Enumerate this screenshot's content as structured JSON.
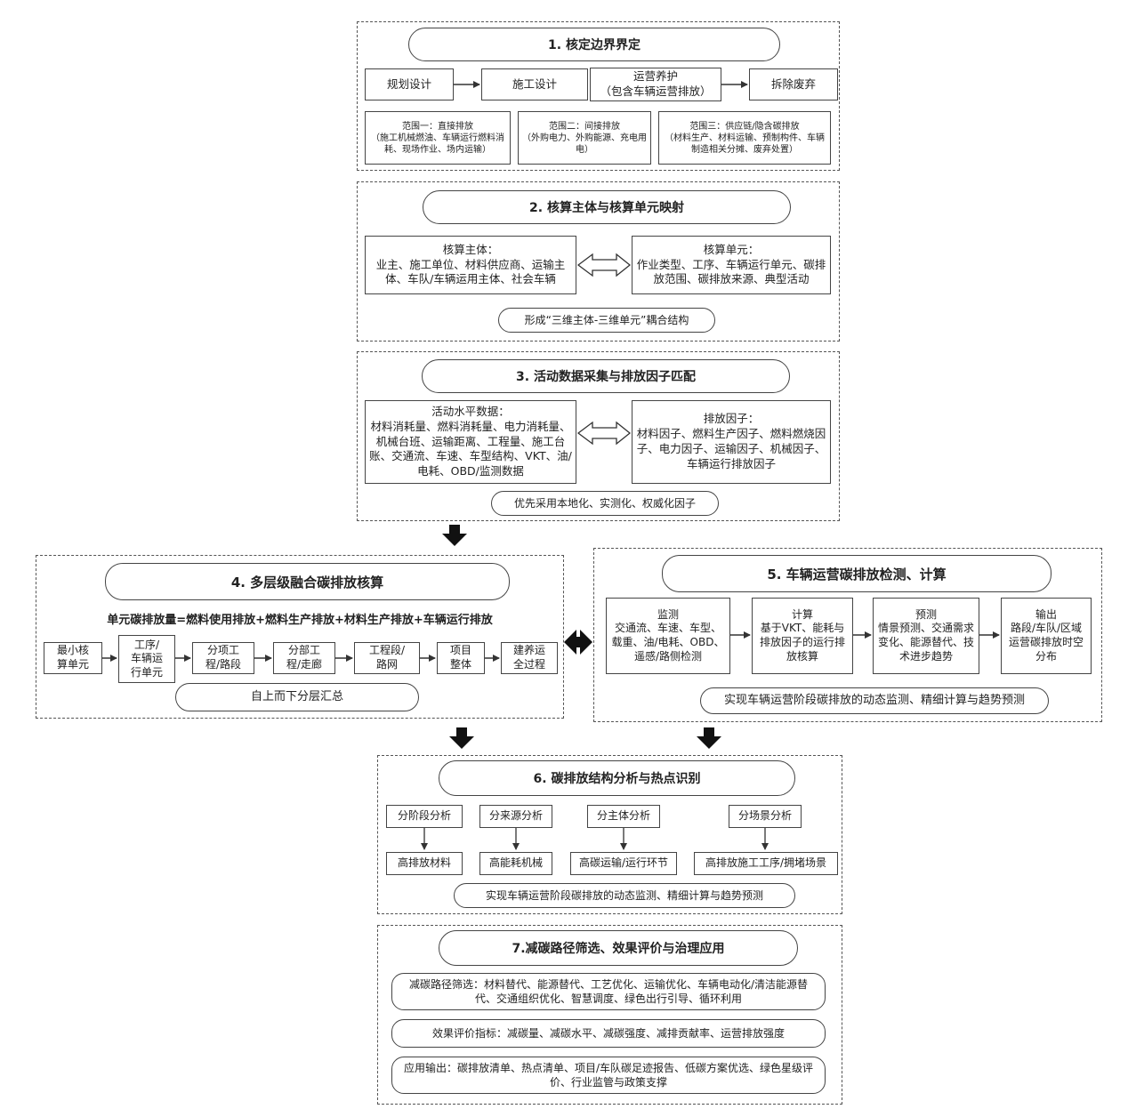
{
  "s1": {
    "title": "1. 核定边界界定",
    "stages": [
      "规划设计",
      "施工设计",
      "运营养护",
      "（包含车辆运营排放）",
      "拆除废弃"
    ],
    "scopes": [
      {
        "head": "范围一：直接排放",
        "body": "（施工机械燃油、车辆运行燃料消耗、现场作业、场内运输）"
      },
      {
        "head": "范围二：间接排放",
        "body": "（外购电力、外购能源、充电用电）"
      },
      {
        "head": "范围三：供应链/隐含碳排放",
        "body": "（材料生产、材料运输、预制构件、车辆制造相关分摊、废弃处置）"
      }
    ]
  },
  "s2": {
    "title": "2. 核算主体与核算单元映射",
    "left_head": "核算主体：",
    "left_body": "业主、施工单位、材料供应商、运输主体、车队/车辆运用主体、社会车辆",
    "right_head": "核算单元：",
    "right_body": "作业类型、工序、车辆运行单元、碳排放范围、碳排放来源、典型活动",
    "note": "形成“三维主体-三维单元”耦合结构"
  },
  "s3": {
    "title": "3. 活动数据采集与排放因子匹配",
    "left_head": "活动水平数据：",
    "left_body": "材料消耗量、燃料消耗量、电力消耗量、机械台班、运输距离、工程量、施工台账、交通流、车速、车型结构、VKT、油/电耗、OBD/监测数据",
    "right_head": "排放因子：",
    "right_body": "材料因子、燃料生产因子、燃料燃烧因子、电力因子、运输因子、机械因子、车辆运行排放因子",
    "note": "优先采用本地化、实测化、权威化因子"
  },
  "s4": {
    "title": "4. 多层级融合碳排放核算",
    "formula": "单元碳排放量=燃料使用排放+燃料生产排放+材料生产排放+车辆运行排放",
    "chain": [
      "最小核",
      "算单元",
      "工序/",
      "车辆运",
      "行单元",
      "分项工",
      "程/路段",
      "分部工",
      "程/走廊",
      "工程段/",
      "路网",
      "项目",
      "整体",
      "建养运",
      "全过程"
    ],
    "note": "自上而下分层汇总"
  },
  "s5": {
    "title": "5. 车辆运营碳排放检测、计算",
    "steps": [
      {
        "head": "监测",
        "body": "交通流、车速、车型、载重、油/电耗、OBD、遥感/路侧检测"
      },
      {
        "head": "计算",
        "body": "基于VKT、能耗与排放因子的运行排放核算"
      },
      {
        "head": "预测",
        "body": "情景预测、交通需求变化、能源替代、技术进步趋势"
      },
      {
        "head": "输出",
        "body": "路段/车队/区域运营碳排放时空分布"
      }
    ],
    "note": "实现车辆运营阶段碳排放的动态监测、精细计算与趋势预测"
  },
  "s6": {
    "title": "6. 碳排放结构分析与热点识别",
    "analyses": [
      "分阶段分析",
      "分来源分析",
      "分主体分析",
      "分场景分析"
    ],
    "hotspots": [
      "高排放材料",
      "高能耗机械",
      "高碳运输/运行环节",
      "高排放施工工序/拥堵场景"
    ],
    "note": "实现车辆运营阶段碳排放的动态监测、精细计算与趋势预测"
  },
  "s7": {
    "title": "7.减碳路径筛选、效果评价与治理应用",
    "items": [
      "减碳路径筛选：材料替代、能源替代、工艺优化、运输优化、车辆电动化/清洁能源替代、交通组织优化、智慧调度、绿色出行引导、循环利用",
      "效果评价指标：减碳量、减碳水平、减碳强度、减排贡献率、运营排放强度",
      "应用输出：碳排放清单、热点清单、项目/车队碳足迹报告、低碳方案优选、绿色星级评价、行业监管与政策支撑"
    ]
  }
}
